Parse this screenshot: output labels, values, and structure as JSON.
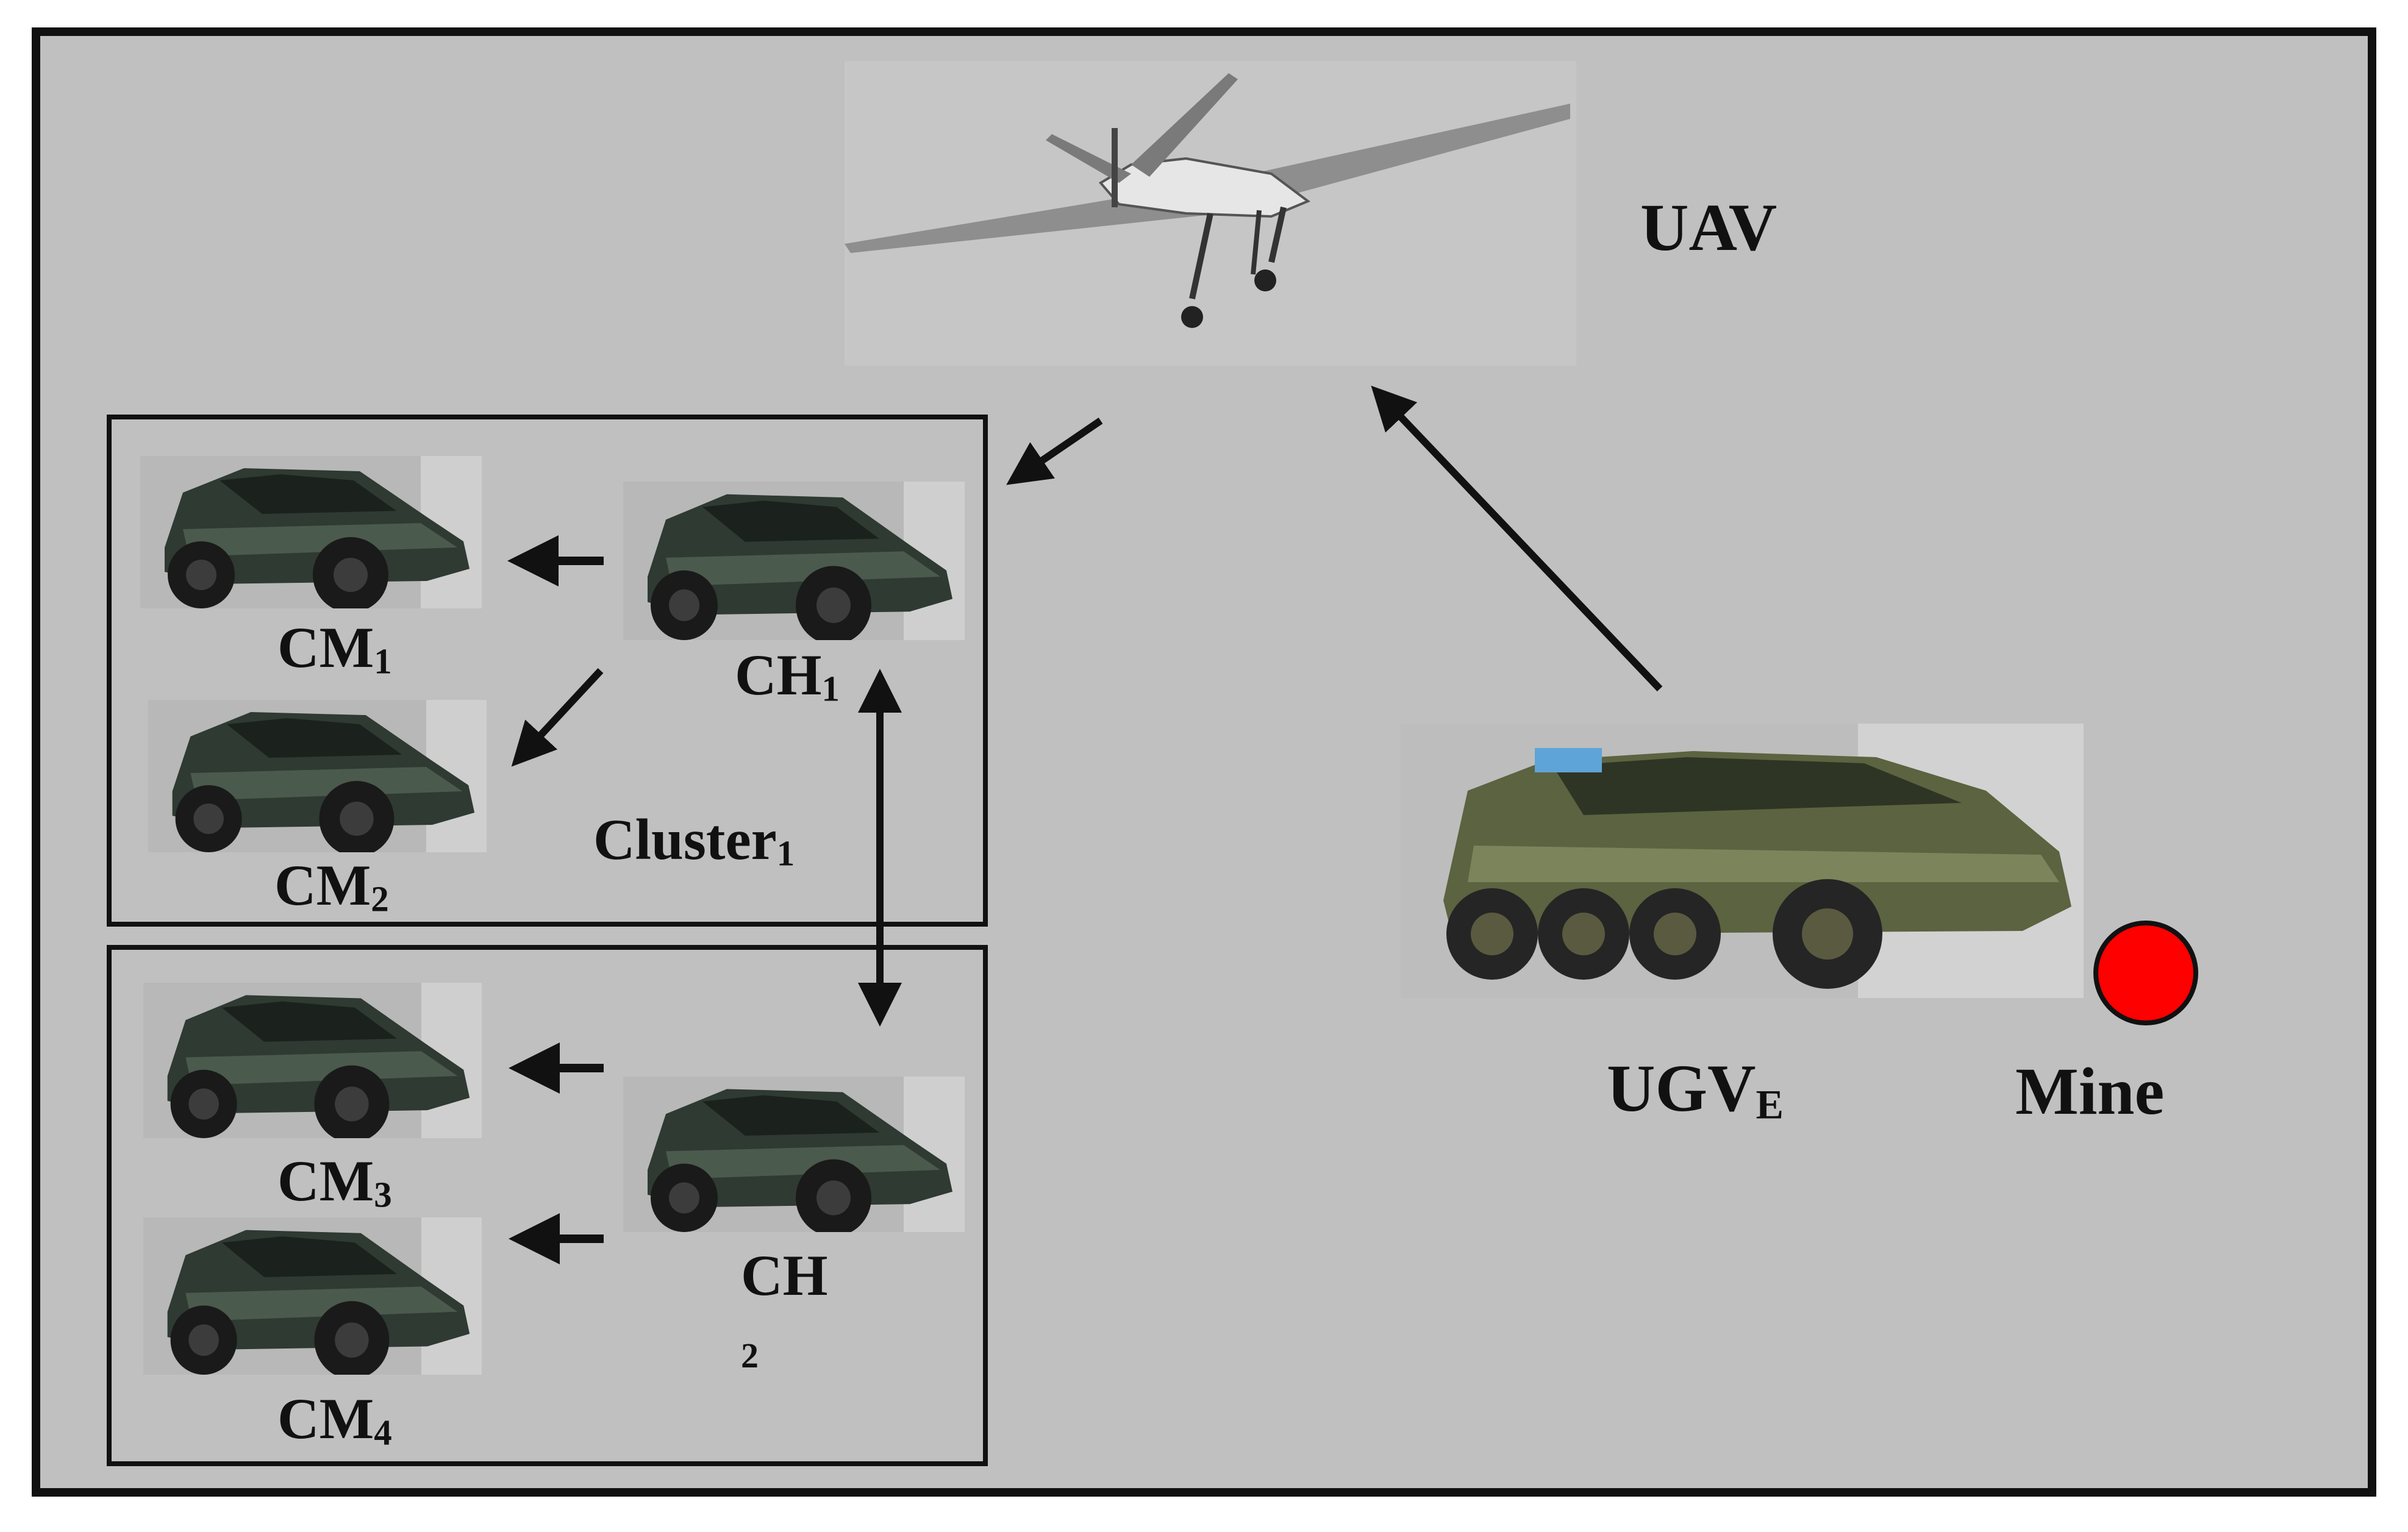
{
  "labels": {
    "uav": "UAV",
    "cm1": "CM",
    "cm1_sub": "1",
    "cm2": "CM",
    "cm2_sub": "2",
    "cm3": "CM",
    "cm3_sub": "3",
    "cm4": "CM",
    "cm4_sub": "4",
    "ch1": "CH",
    "ch1_sub": "1",
    "ch2": "CH",
    "ch2_sub": "2",
    "cluster1": "Cluster",
    "cluster1_sub": "1",
    "ugve": "UGV",
    "ugve_sub": "E",
    "mine": "Mine"
  },
  "colors": {
    "background": "#c0c0c0",
    "mine": "#ff0000",
    "ugv_body": "#5b6340",
    "car_body": "#2e3a32"
  },
  "icons": {
    "uav": "drone-icon",
    "vehicles": "armored-vehicle-icon",
    "mine": "mine-marker"
  }
}
